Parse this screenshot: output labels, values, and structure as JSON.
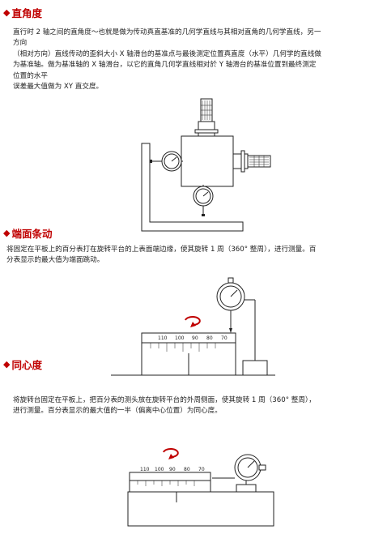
{
  "sections": [
    {
      "title": "直角度",
      "lines": [
        "直行时 2 轴之间的直角度～也就是做为传动真直基准的几何学直线与其相对直角的几何学直线，另一",
        "方向",
        "（相对方向）直线传动的歪斜大小 X  轴滑台的基准点与最後测定位置真直度（水平）几何学的直线做",
        "为基准轴。做为基准轴的 X  轴滑台，以它的直角几何学直线相对於 Y  轴滑台的基准位置到最终测定",
        "位置的水平",
        "误差最大值做为 XY 直交度。"
      ]
    },
    {
      "title": "端面条动",
      "lines": [
        "将固定在平板上的百分表打在旋转平台的上表面端边缘，使其旋转 1  周（360° 整周），进行测量。百",
        "分表显示的最大值为端面跳动。"
      ]
    },
    {
      "title": "同心度",
      "lines": [
        "将旋转台固定在平板上，把百分表的测头放在旋转平台的外周侧面，使其旋转 1  周（360° 整周），",
        "进行测量。百分表显示的最大值的一半（偏离中心位置）为同心度。"
      ]
    }
  ],
  "figures": {
    "scale_numbers": [
      "110",
      "100",
      "90",
      "80",
      "70"
    ]
  }
}
